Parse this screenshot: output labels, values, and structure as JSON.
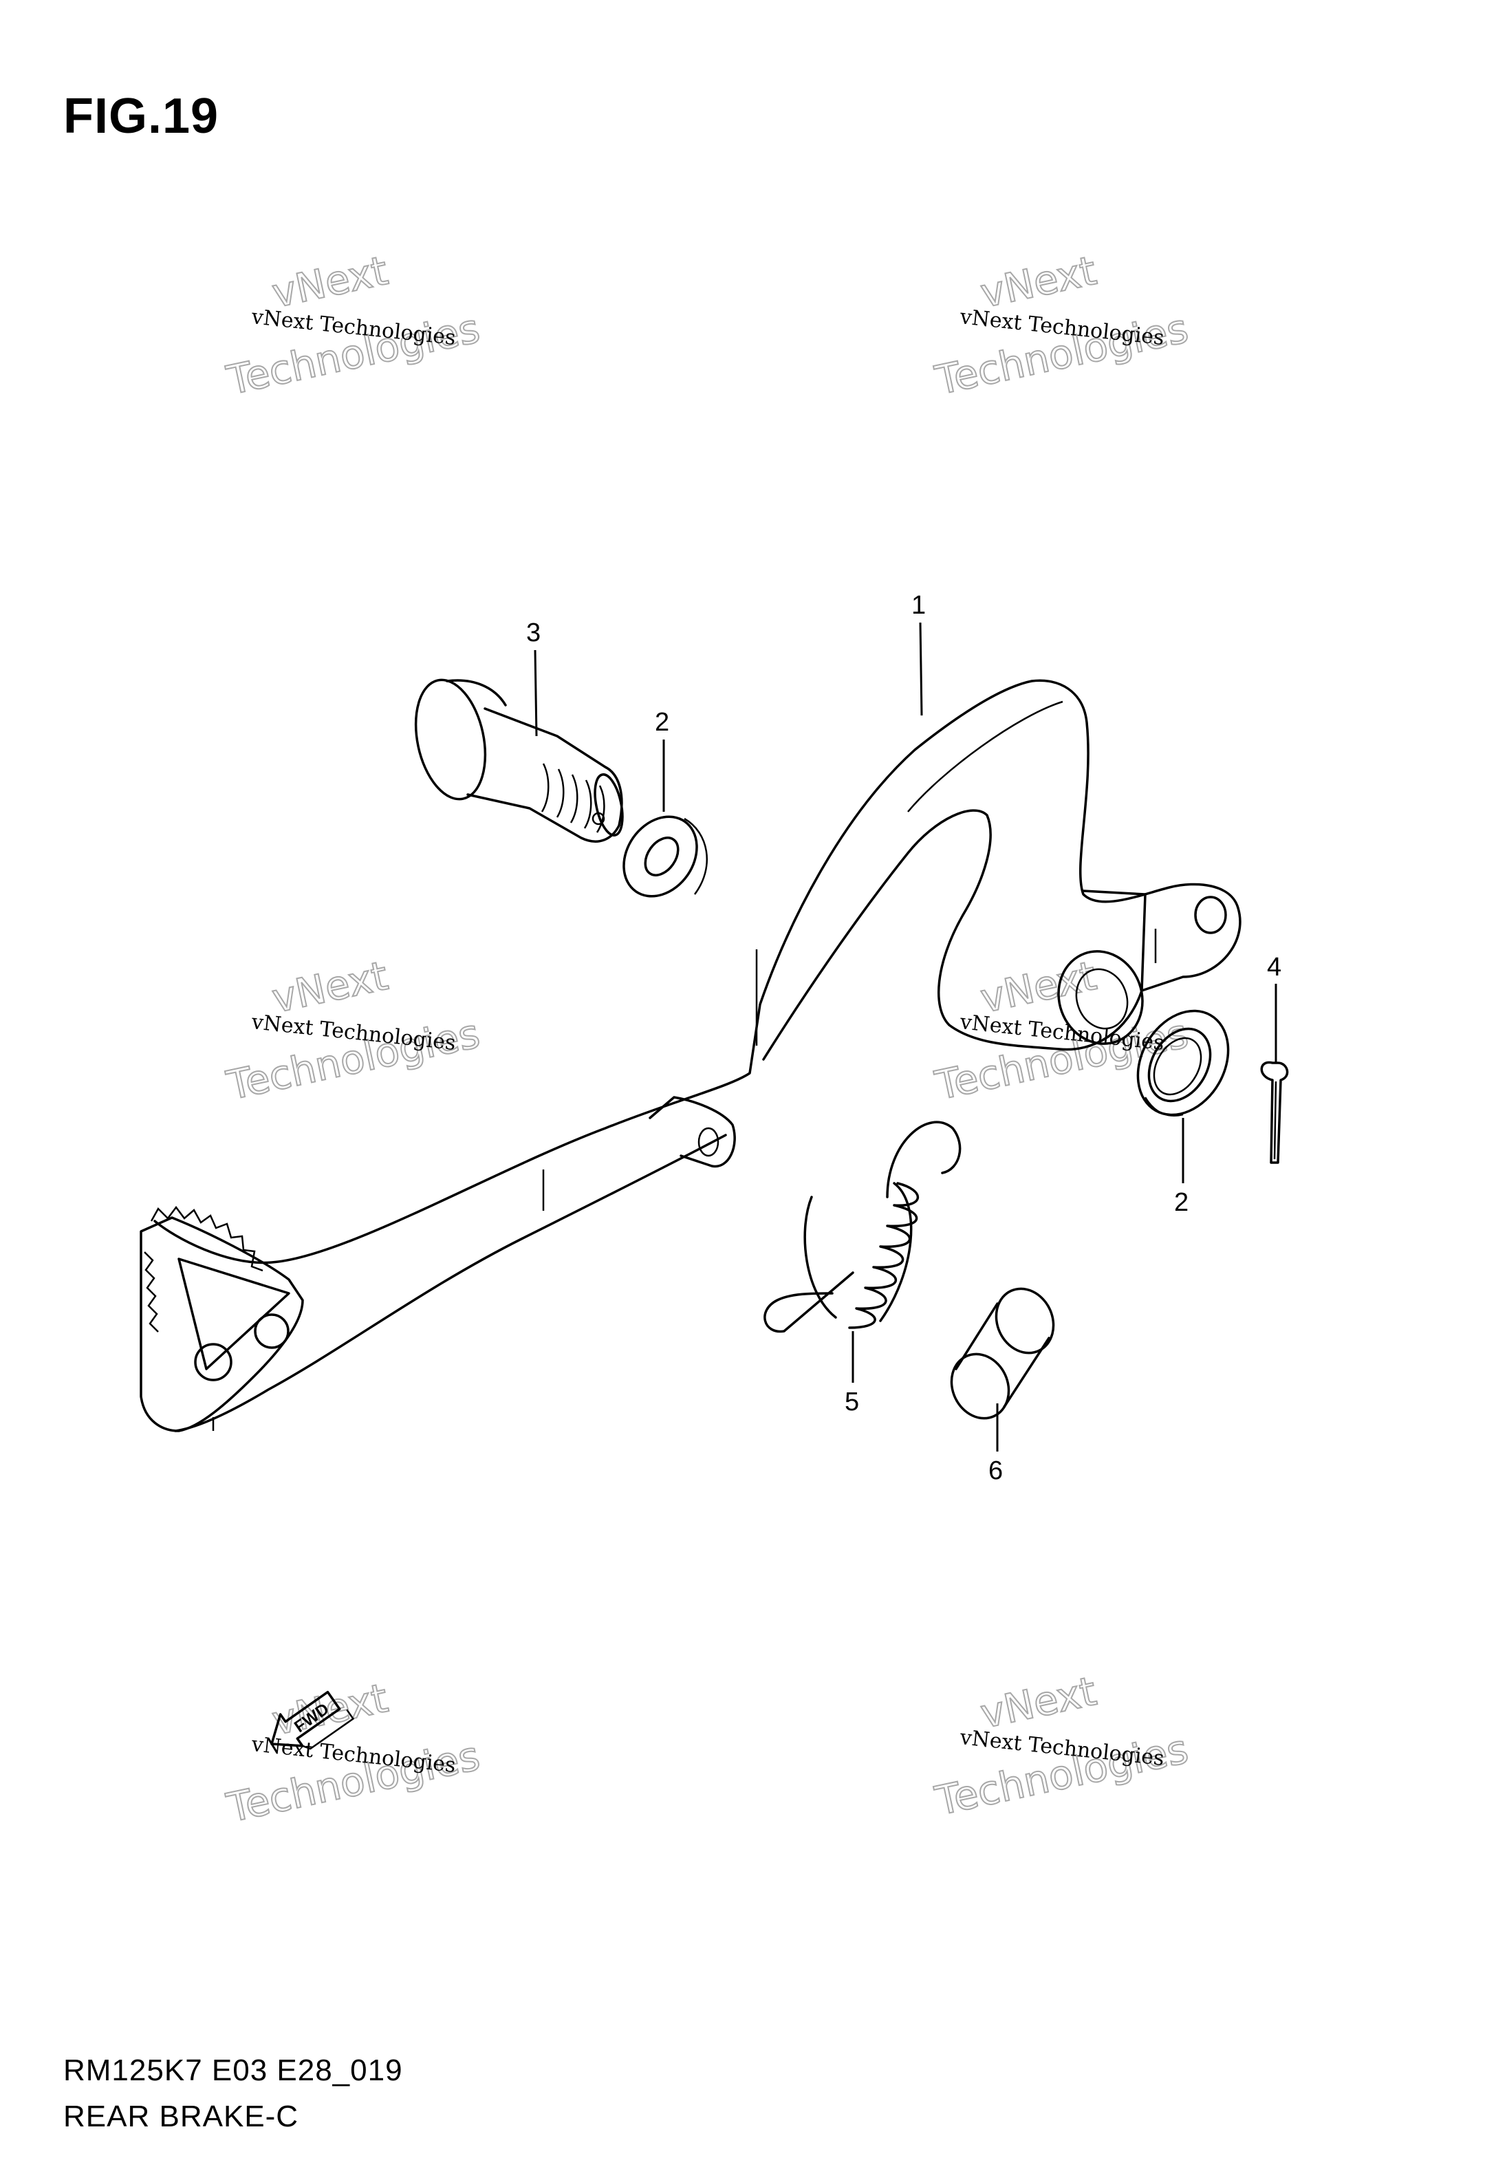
{
  "figure": {
    "title": "FIG.19"
  },
  "callouts": [
    {
      "id": "1",
      "label": "1"
    },
    {
      "id": "2a",
      "label": "2"
    },
    {
      "id": "2b",
      "label": "2"
    },
    {
      "id": "3",
      "label": "3"
    },
    {
      "id": "4",
      "label": "4"
    },
    {
      "id": "5",
      "label": "5"
    },
    {
      "id": "6",
      "label": "6"
    }
  ],
  "watermark": {
    "line1": "vNext Technologies",
    "line2": "vNext",
    "line3": "Technologies"
  },
  "fwd_marker": {
    "label": "FWD"
  },
  "footer": {
    "code": "RM125K7 E03 E28_019",
    "name": "REAR BRAKE-C"
  }
}
